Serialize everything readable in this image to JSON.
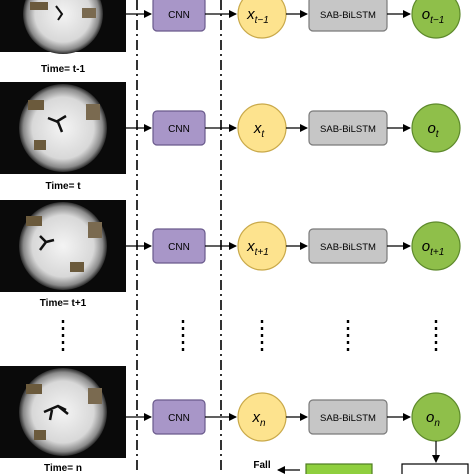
{
  "frames": [
    {
      "time": "Time= t-1",
      "x_base": "x",
      "x_sub": "t−1",
      "o_base": "o",
      "o_sub": "t−1"
    },
    {
      "time": "Time= t",
      "x_base": "x",
      "x_sub": "t",
      "o_base": "o",
      "o_sub": "t"
    },
    {
      "time": "Time= t+1",
      "x_base": "x",
      "x_sub": "t+1",
      "o_base": "o",
      "o_sub": "t+1"
    },
    {
      "time": "Time= n",
      "x_base": "x",
      "x_sub": "n",
      "o_base": "o",
      "o_sub": "n"
    }
  ],
  "cnn_label": "CNN",
  "bilstm_label": "SAB-BiLSTM",
  "output_label": "Fall",
  "colors": {
    "cnn_fill": "#a896c8",
    "cnn_stroke": "#6a5a8c",
    "x_fill": "#fde38e",
    "x_stroke": "#c9a94a",
    "lstm_fill": "#c6c6c6",
    "lstm_stroke": "#7a7a7a",
    "o_fill": "#8fbf4a",
    "o_stroke": "#5e8a2c",
    "result_fill": "#8fcf3e"
  }
}
